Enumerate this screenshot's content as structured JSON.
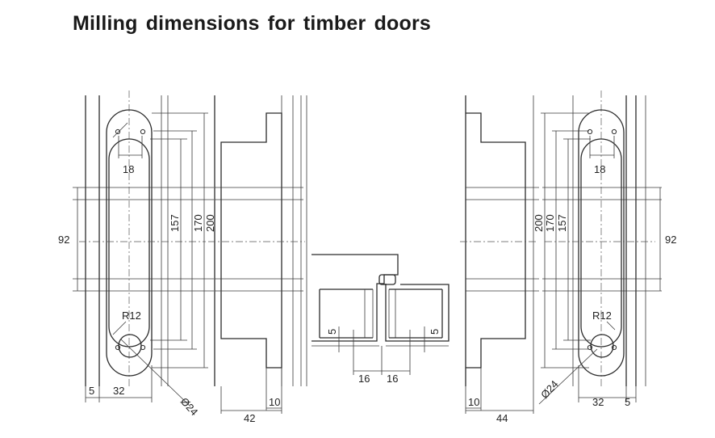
{
  "title": "Milling dimensions for timber doors",
  "labels": {
    "l_18": "18",
    "l_92": "92",
    "l_157": "157",
    "l_170": "170",
    "l_200": "200",
    "l_r12": "R12",
    "l_5": "5",
    "l_32": "32",
    "l_d24": "Ø24",
    "l_10": "10",
    "l_42": "42",
    "c_5a": "5",
    "c_5b": "5",
    "c_16a": "16",
    "c_16b": "16",
    "r_200": "200",
    "r_170": "170",
    "r_157": "157",
    "r_18": "18",
    "r_92": "92",
    "r_r12": "R12",
    "r_d24": "Ø24",
    "r_10": "10",
    "r_44": "44",
    "r_32": "32",
    "r_5": "5"
  }
}
